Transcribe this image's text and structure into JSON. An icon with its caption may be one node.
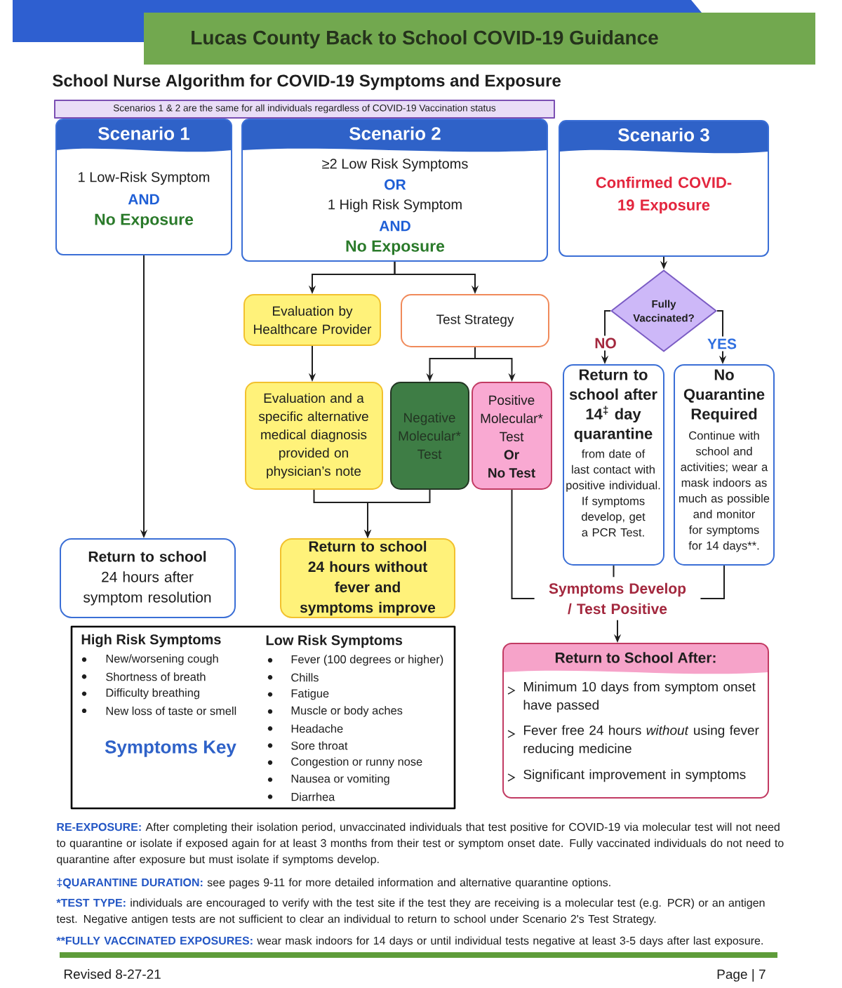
{
  "diagram": {
    "title": "Lucas County Back to School COVID-19 Guidance",
    "nodes": [
      {
        "text": [
          "Scenarios 1 & 2 are the same for all individuals regardless of COVID-19 Vaccination status"
        ]
      },
      {
        "text": [
          "Scenario 1",
          "1 Low-Risk Symptom",
          "AND",
          "No Exposure"
        ]
      },
      {
        "text": [
          "Scenario 2",
          "≥2 Low Risk Symptoms",
          "OR",
          "1 High Risk Symptom",
          "AND",
          "No Exposure"
        ]
      },
      {
        "text": [
          "Scenario 3",
          "Confirmed COVID-19 Exposure"
        ]
      },
      {
        "text": [
          "Evaluation by Healthcare Provider"
        ]
      },
      {
        "text": [
          "Test Strategy"
        ]
      },
      {
        "text": [
          "Fully Vaccinated?"
        ]
      },
      {
        "text": [
          "Evaluation and a specific alternative medical diagnosis provided on physician’s note"
        ]
      },
      {
        "text": [
          "Negative Molecular* Test"
        ]
      },
      {
        "text": [
          "Positive Molecular* Test",
          "Or",
          "No Test"
        ]
      },
      {
        "text": [
          "Return to school after 14$^{‡}$ day quarantine",
          "from date of last contact with positive individual. If symptoms develop, get a PCR Test."
        ]
      },
      {
        "text": [
          "No Quarantine Required",
          "Continue with school and activities; wear a mask indoors as much as possible and monitor for symptoms for 14 days**."
        ]
      },
      {
        "text": [
          "**Return to school** 24 hours after symptom resolution"
        ]
      },
      {
        "text": [
          "Return to school 24 hours without fever and symptoms improve"
        ]
      },
      {
        "text": [
          "Symptoms Develop / Test Positive"
        ]
      },
      {
        "text": [
          "High Risk Symptoms",
          "New/worsening cough",
          "Shortness of breath",
          "Difficulty breathing",
          "New loss of taste or smell",
          "Symptoms Key",
          "Low Risk Symptoms",
          "Fever (100 degrees or higher)",
          "Chills",
          "Fatigue",
          "Muscle or body aches",
          "Headache",
          "Sore throat",
          "Congestion or runny nose",
          "Nausea or vomiting",
          "Diarrhea"
        ]
      },
      {
        "text": [
          "Return to School After:",
          "Minimum 10 days from symptom onset have passed",
          "Fever free 24 hours *without* using fever reducing medicine",
          "Significant improvement in symptoms"
        ]
      }
    ],
    "edges": [
      {
        "from": 1,
        "to": 12,
        "arrow": "to"
      },
      {
        "from": 2,
        "to": 4,
        "arrow": "to"
      },
      {
        "from": 2,
        "to": 5,
        "arrow": "to"
      },
      {
        "from": 3,
        "to": 6,
        "arrow": "to"
      },
      {
        "from": 4,
        "to": 7,
        "arrow": "to"
      },
      {
        "from": 5,
        "to": 8,
        "arrow": "to"
      },
      {
        "from": 5,
        "to": 9,
        "arrow": "to"
      },
      {
        "from": 6,
        "to": 10,
        "arrow": "to",
        "label": "NO"
      },
      {
        "from": 6,
        "to": 11,
        "arrow": "to",
        "label": "YES"
      },
      {
        "from": 7,
        "to": 13,
        "arrow": "to"
      },
      {
        "from": 8,
        "to": 13,
        "arrow": "to"
      },
      {
        "from": 9,
        "to": 14,
        "arrow": "none"
      },
      {
        "from": 10,
        "to": 14,
        "arrow": "none"
      },
      {
        "from": 11,
        "to": 14,
        "arrow": "none"
      },
      {
        "from": 14,
        "to": 16,
        "arrow": "to"
      }
    ],
    "labels": [
      "School Nurse Algorithm for COVID-19 Symptoms and Exposure",
      "**RE-EXPOSURE:** After completing their isolation period, unvaccinated individuals that test positive for COVID-19 via molecular test will not need to quarantine or isolate if exposed again for at least 3 months from their test or symptom onset date. Fully vaccinated individuals do not need to quarantine after exposure but must isolate if symptoms develop.",
      "**‡QUARANTINE DURATION:** see pages 9-11 for more detailed information and alternative quarantine options.",
      "***TEST TYPE:** individuals are encouraged to verify with the test site if the test they are receiving is a molecular test (e.g. PCR) or an antigen test. Negative antigen tests are not sufficient to clear an individual to return to school under Scenario 2's Test Strategy.",
      "****FULLY VACCINATED EXPOSURES:** wear mask indoors for 14 days or until individual tests negative at least 3-5 days after last exposure.",
      "Revised 8-27-21",
      "Page | 7"
    ]
  }
}
